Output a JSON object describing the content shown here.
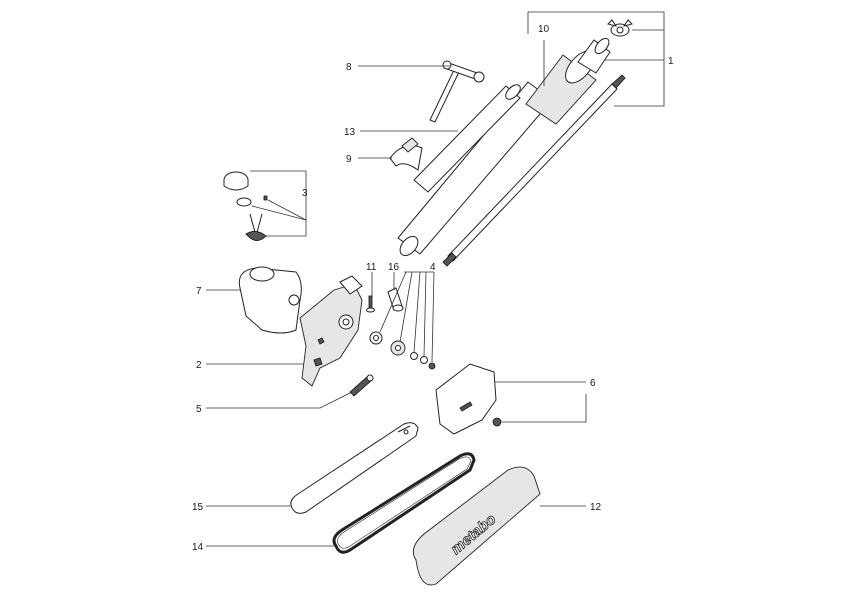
{
  "labels": {
    "l1": "1",
    "l2": "2",
    "l3": "3",
    "l4": "4",
    "l5": "5",
    "l6": "6",
    "l7": "7",
    "l8": "8",
    "l9": "9",
    "l10": "10",
    "l11": "11",
    "l12": "12",
    "l13": "13",
    "l14": "14",
    "l15": "15",
    "l16": "16"
  },
  "brand_text": "metabo"
}
